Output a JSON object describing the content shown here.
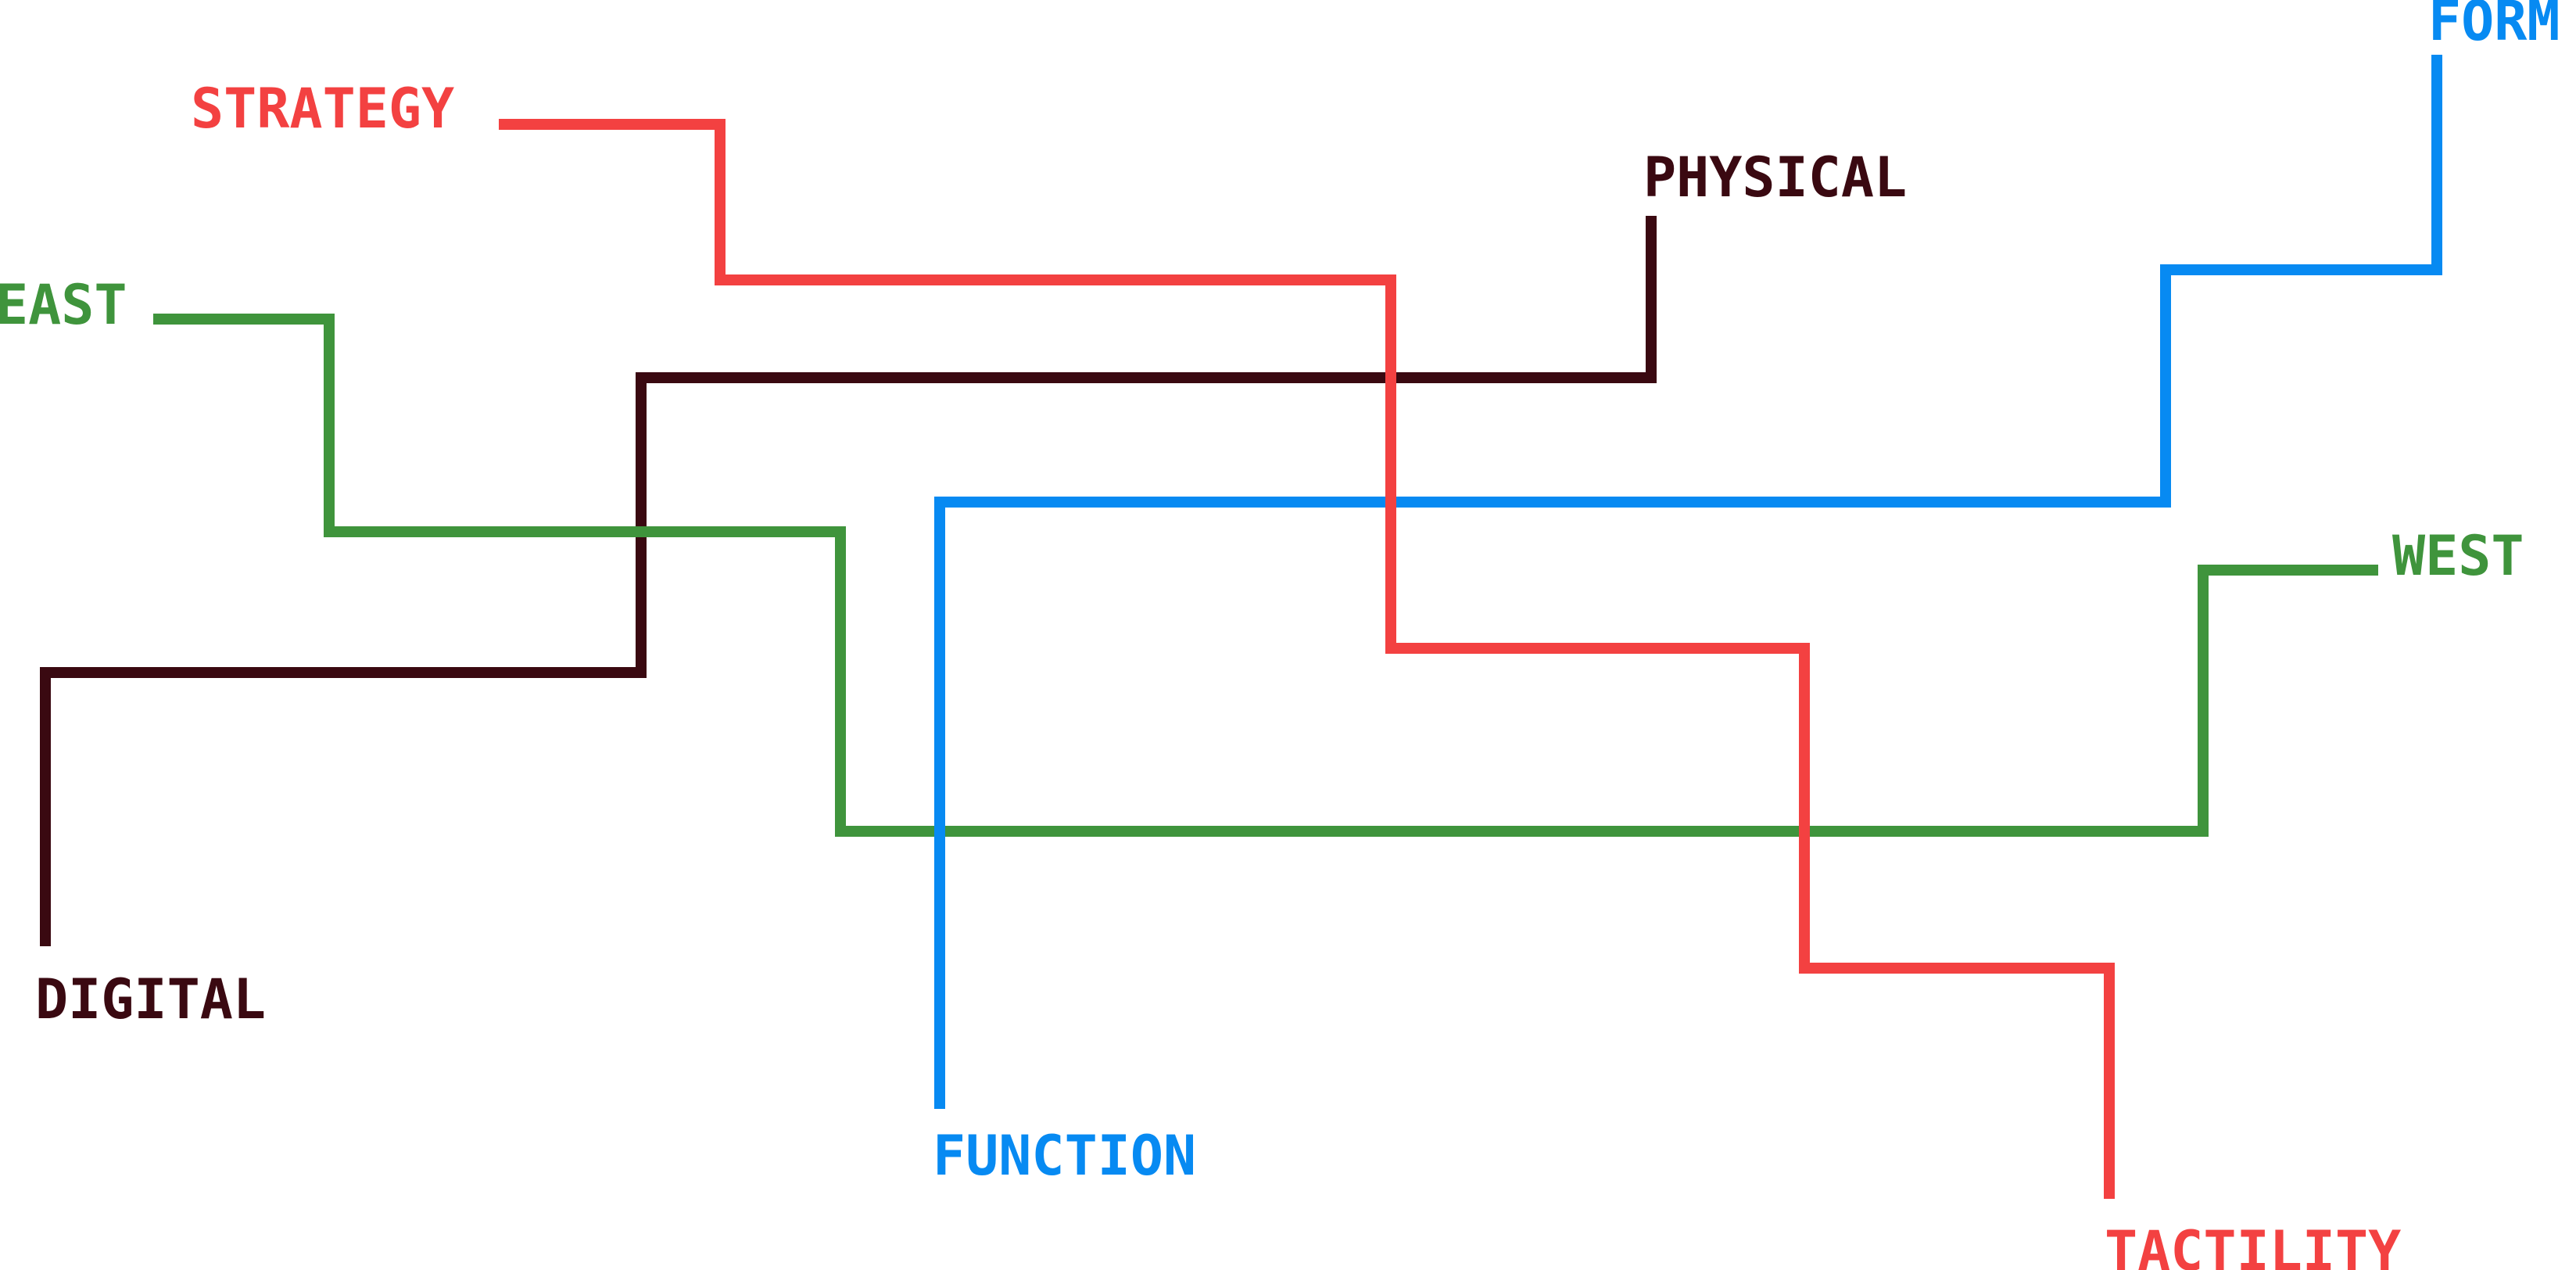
{
  "colors": {
    "red": "#f34141",
    "green": "#3f943c",
    "blue": "#078af2",
    "maroon": "#3a0911"
  },
  "routes": [
    {
      "id": "strategy-tactility",
      "color": "red"
    },
    {
      "id": "east-west",
      "color": "green"
    },
    {
      "id": "physical-digital",
      "color": "maroon"
    },
    {
      "id": "form-function",
      "color": "blue"
    }
  ],
  "labels": {
    "strategy": "STRATEGY",
    "tactility": "TACTILITY",
    "east": "EAST",
    "west": "WEST",
    "physical": "PHYSICAL",
    "digital": "DIGITAL",
    "form": "FORM",
    "function": "FUNCTION"
  }
}
